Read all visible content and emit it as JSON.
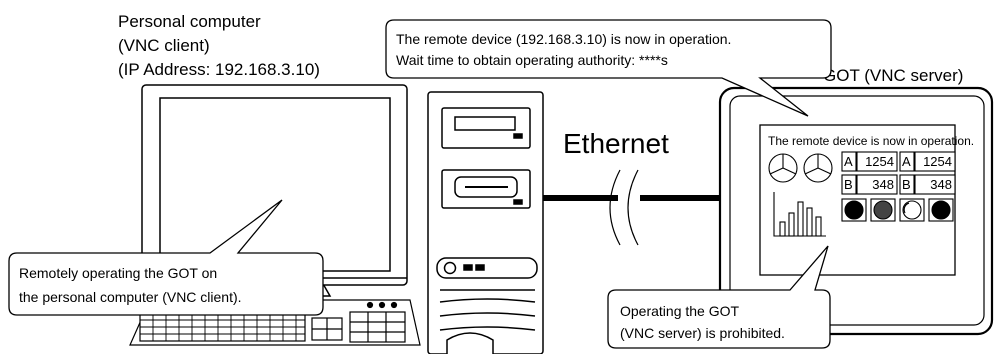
{
  "pc_label": {
    "line1": "Personal computer",
    "line2": "(VNC client)",
    "line3": "(IP Address: 192.168.3.10)"
  },
  "got_label": "GOT (VNC server)",
  "network_label": "Ethernet",
  "callout_top": {
    "line1": "The remote device (192.168.3.10) is now in operation.",
    "line2": "Wait time to obtain operating authority: ****s"
  },
  "callout_pc": {
    "line1": "Remotely operating the GOT on",
    "line2": "the personal computer (VNC client)."
  },
  "callout_got": {
    "line1": "Operating the GOT",
    "line2": "(VNC server) is prohibited."
  },
  "got_screen": {
    "banner": "The remote device is now in operation.",
    "rows": [
      {
        "label_a": "A",
        "value_a": "1254",
        "label_b": "A",
        "value_b": "1254"
      },
      {
        "label_a": "B",
        "value_a": "348",
        "label_b": "B",
        "value_b": "348"
      }
    ]
  }
}
